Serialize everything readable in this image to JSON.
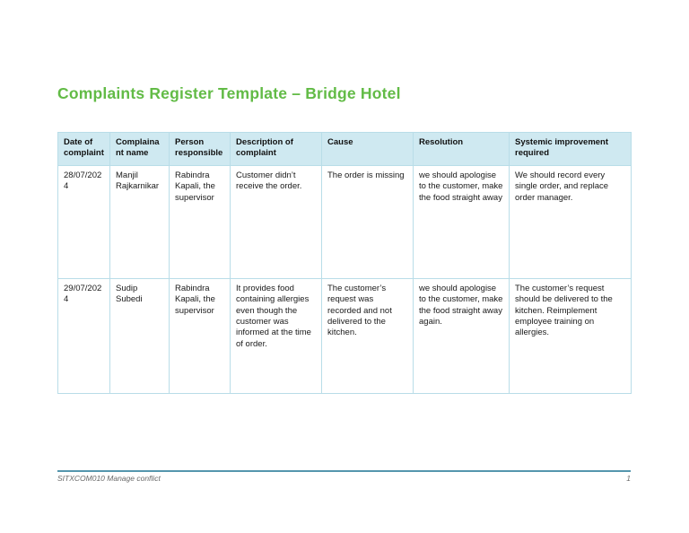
{
  "title": "Complaints Register Template – Bridge Hotel",
  "accent_colors": {
    "title_green": "#62bb46",
    "table_header_bg": "#cfe9f1",
    "table_border": "#b9dde8",
    "footer_rule": "#5596ad"
  },
  "table": {
    "columns": [
      "Date of complaint",
      "Complainant name",
      "Person responsible",
      "Description of complaint",
      "Cause",
      "Resolution",
      "Systemic improvement required"
    ],
    "rows": [
      [
        "28/07/2024",
        "Manjil Rajkarnikar",
        "Rabindra Kapali, the supervisor",
        "Customer didn’t receive the order.",
        "The order is missing",
        "we should apologise to the customer, make the food straight away",
        "We should record every single order, and replace order manager."
      ],
      [
        "29/07/2024",
        "Sudip Subedi",
        "Rabindra Kapali, the supervisor",
        "It provides food containing allergies even though the customer was informed at the time of order.",
        "The customer’s request was recorded and not delivered to the kitchen.",
        "we should apologise to the customer, make the food straight away again.",
        "The customer’s request should be delivered to the kitchen. Reimplement employee training on allergies."
      ]
    ]
  },
  "footer": {
    "left_text": "SITXCOM010 Manage conflict",
    "page_number": "1"
  }
}
